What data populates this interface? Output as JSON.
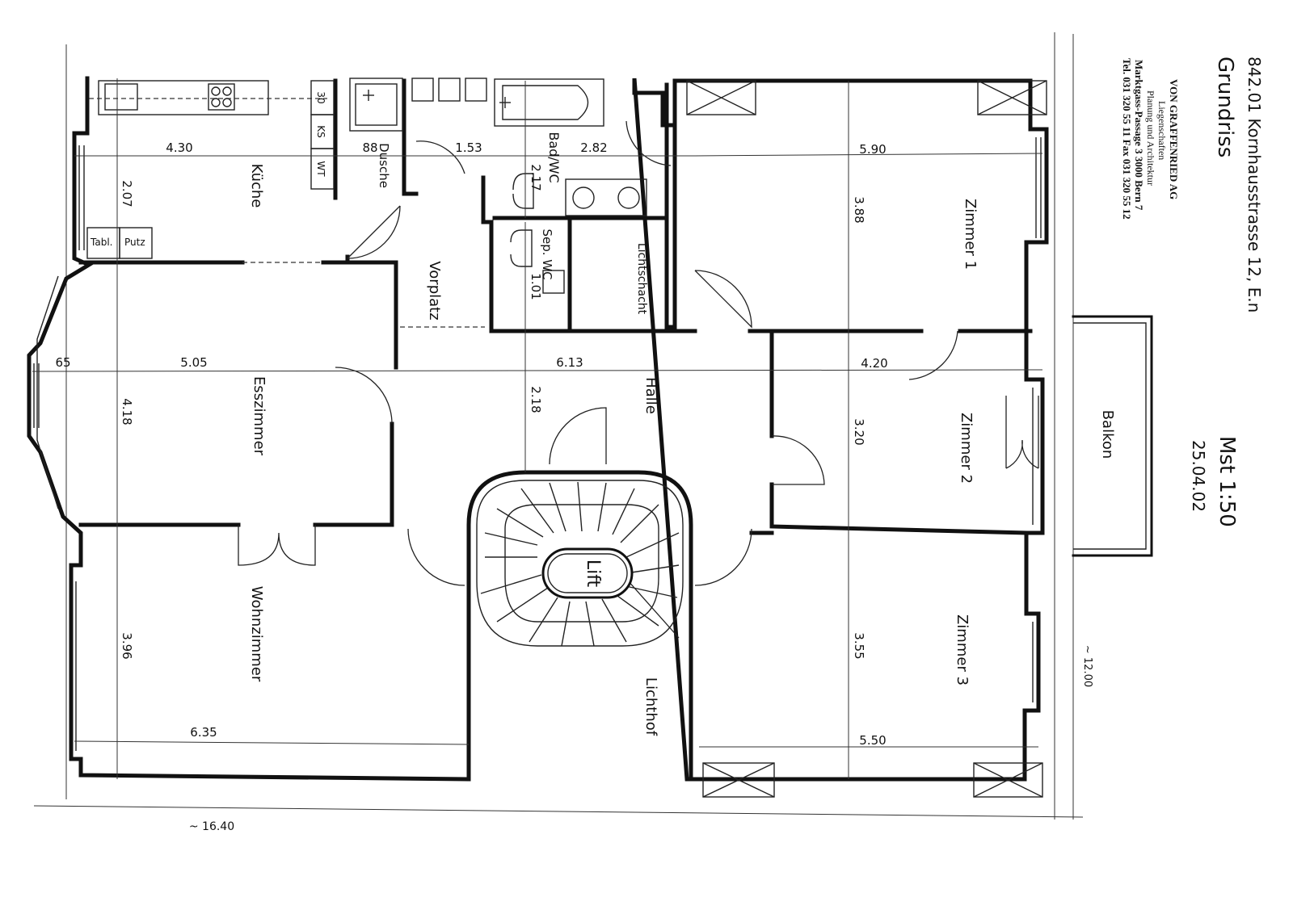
{
  "header": {
    "project": "842.01 Kornhausstrasse 12, E.n",
    "title": "Grundriss",
    "scale": "Mst 1:50",
    "date": "25.04.02"
  },
  "firm": {
    "name": "VON GRAFFENRIED AG",
    "line1": "Liegenschaften",
    "line2": "Planung und Architektur",
    "line3": "Marktgass-Passage 3  3000 Bern 7",
    "line4": "Tel. 031 320 55 11  Fax 031 320 55 12"
  },
  "rooms": {
    "kueche": "Küche",
    "dusche": "Dusche",
    "bad": "Bad/WC",
    "sepwc": "Sep. WC",
    "lichtschacht": "Lichtschacht",
    "vorplatz": "Vorplatz",
    "zimmer1": "Zimmer 1",
    "zimmer2": "Zimmer 2",
    "zimmer3": "Zimmer 3",
    "balkon": "Balkon",
    "esszimmer": "Esszimmer",
    "halle": "Halle",
    "wohnzimmer": "Wohnzimmer",
    "lichthof": "Lichthof",
    "lift": "Lift"
  },
  "fixtures": {
    "k30": "30",
    "ks": "KS",
    "wt": "WT",
    "tabl": "Tabl.",
    "putz": "Putz"
  },
  "dimensions": {
    "d430": "4.30",
    "d207": "2.07",
    "d88": "88",
    "d153": "1.53",
    "d282": "2.82",
    "d217": "2.17",
    "d590": "5.90",
    "d388": "3.88",
    "d101": "1.01",
    "d65": "65",
    "d505": "5.05",
    "d418": "4.18",
    "d613": "6.13",
    "d218": "2.18",
    "d420": "4.20",
    "d320": "3.20",
    "d396": "3.96",
    "d635": "6.35",
    "d355": "3.55",
    "d550": "5.50",
    "d1640": "~ 16.40",
    "d1200": "~ 12.00"
  }
}
